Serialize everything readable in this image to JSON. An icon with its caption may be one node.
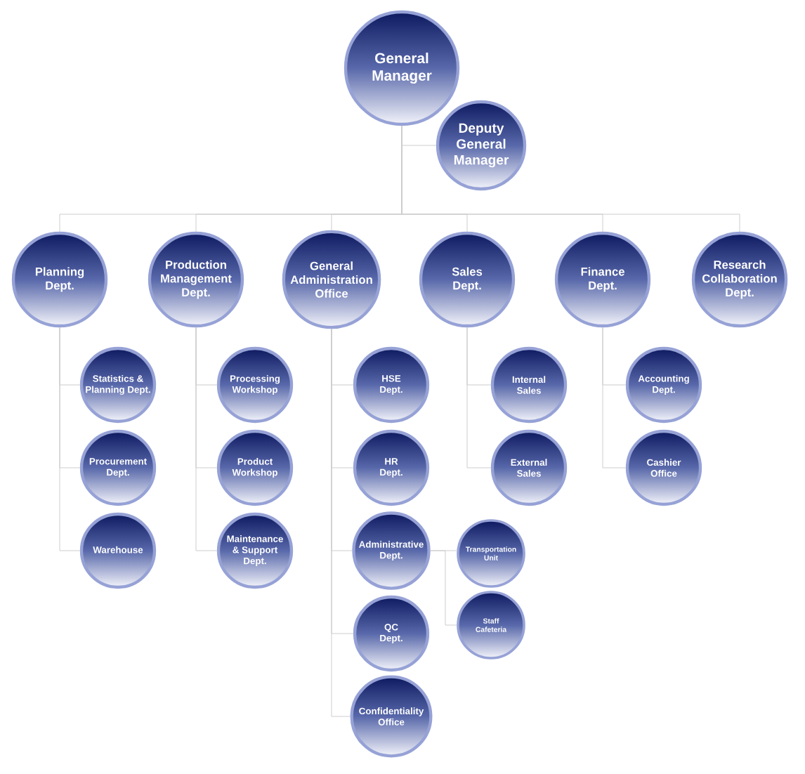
{
  "diagram": {
    "nodes": [
      {
        "text": [
          "General Manager"
        ]
      },
      {
        "text": [
          "Deputy General Manager"
        ]
      },
      {
        "text": [
          "Planning Dept."
        ]
      },
      {
        "text": [
          "Production Management Dept."
        ]
      },
      {
        "text": [
          "General Administration Office"
        ]
      },
      {
        "text": [
          "Sales Dept."
        ]
      },
      {
        "text": [
          "Finance Dept."
        ]
      },
      {
        "text": [
          "Research Collaboration Dept."
        ]
      },
      {
        "text": [
          "Statistics & Planning Dept."
        ]
      },
      {
        "text": [
          "Procurement Dept."
        ]
      },
      {
        "text": [
          "Warehouse"
        ]
      },
      {
        "text": [
          "Processing Workshop"
        ]
      },
      {
        "text": [
          "Product Workshop"
        ]
      },
      {
        "text": [
          "Maintenance & Support Dept."
        ]
      },
      {
        "text": [
          "HSE Dept."
        ]
      },
      {
        "text": [
          "HR Dept."
        ]
      },
      {
        "text": [
          "Administrative Dept."
        ]
      },
      {
        "text": [
          "Transportation Unit"
        ]
      },
      {
        "text": [
          "Staff Cafeteria"
        ]
      },
      {
        "text": [
          "QC Dept."
        ]
      },
      {
        "text": [
          "Confidentiality Office"
        ]
      },
      {
        "text": [
          "Internal Sales"
        ]
      },
      {
        "text": [
          "External Sales"
        ]
      },
      {
        "text": [
          "Accounting Dept."
        ]
      },
      {
        "text": [
          "Cashier Office"
        ]
      }
    ],
    "edges": [
      {
        "from": 0,
        "to": 1,
        "arrow": "none"
      },
      {
        "from": 0,
        "to": 2,
        "arrow": "none"
      },
      {
        "from": 0,
        "to": 3,
        "arrow": "none"
      },
      {
        "from": 0,
        "to": 4,
        "arrow": "none"
      },
      {
        "from": 0,
        "to": 5,
        "arrow": "none"
      },
      {
        "from": 0,
        "to": 6,
        "arrow": "none"
      },
      {
        "from": 0,
        "to": 7,
        "arrow": "none"
      },
      {
        "from": 2,
        "to": 8,
        "arrow": "none"
      },
      {
        "from": 2,
        "to": 9,
        "arrow": "none"
      },
      {
        "from": 2,
        "to": 10,
        "arrow": "none"
      },
      {
        "from": 3,
        "to": 11,
        "arrow": "none"
      },
      {
        "from": 3,
        "to": 12,
        "arrow": "none"
      },
      {
        "from": 3,
        "to": 13,
        "arrow": "none"
      },
      {
        "from": 4,
        "to": 14,
        "arrow": "none"
      },
      {
        "from": 4,
        "to": 15,
        "arrow": "none"
      },
      {
        "from": 4,
        "to": 16,
        "arrow": "none"
      },
      {
        "from": 16,
        "to": 17,
        "arrow": "none"
      },
      {
        "from": 16,
        "to": 18,
        "arrow": "none"
      },
      {
        "from": 4,
        "to": 19,
        "arrow": "none"
      },
      {
        "from": 4,
        "to": 20,
        "arrow": "none"
      },
      {
        "from": 5,
        "to": 21,
        "arrow": "none"
      },
      {
        "from": 5,
        "to": 22,
        "arrow": "none"
      },
      {
        "from": 6,
        "to": 23,
        "arrow": "none"
      },
      {
        "from": 6,
        "to": 24,
        "arrow": "none"
      }
    ]
  }
}
